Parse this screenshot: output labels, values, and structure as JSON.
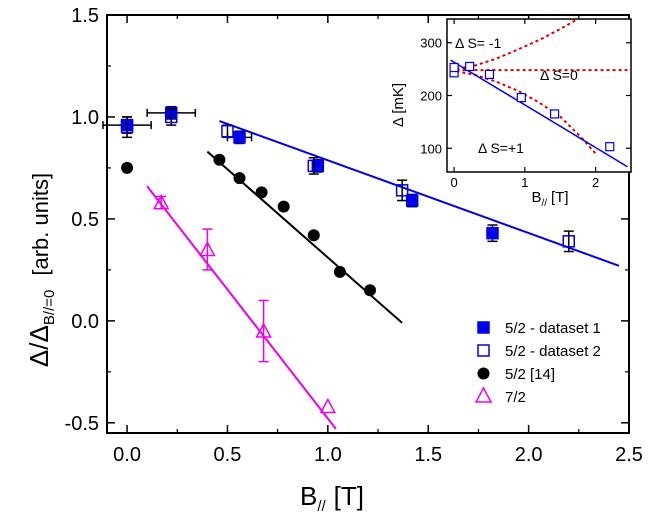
{
  "chart_data": [
    {
      "type": "scatter",
      "panel": "main",
      "xlabel": "B",
      "xlabel_sub": "//",
      "xlabel_unit": "[T]",
      "ylabel_main": "Δ/Δ",
      "ylabel_sub": "B//=0",
      "ylabel_unit": "[arb. units]",
      "xlim": [
        -0.1,
        2.5
      ],
      "ylim": [
        -0.55,
        1.5
      ],
      "xticks": [
        0.0,
        0.5,
        1.0,
        1.5,
        2.0,
        2.5
      ],
      "xtick_labels": [
        "0.0",
        "0.5",
        "1.0",
        "1.5",
        "2.0",
        "2.5"
      ],
      "yticks": [
        -0.5,
        0.0,
        0.5,
        1.0,
        1.5
      ],
      "ytick_labels": [
        "-0.5",
        "0.0",
        "0.5",
        "1.0",
        "1.5"
      ],
      "grid": false,
      "legend_position": "bottom-right",
      "series": [
        {
          "name": "5/2 - dataset 1",
          "color": "#0000ee",
          "marker": "filled-square",
          "x": [
            0.0,
            0.22,
            0.56,
            0.95,
            1.42,
            1.82
          ],
          "y": [
            0.96,
            1.02,
            0.9,
            0.76,
            0.59,
            0.43
          ],
          "yerr": [
            0.04,
            0.03,
            0.03,
            0.03,
            0.03,
            0.04
          ],
          "xerr": [
            0.12,
            0.12,
            0.06,
            0.0,
            0.0,
            0.0
          ]
        },
        {
          "name": "5/2 - dataset 2",
          "color": "#0000ee",
          "marker": "open-square",
          "x": [
            0.0,
            0.22,
            0.5,
            0.93,
            1.37,
            2.2
          ],
          "y": [
            0.95,
            1.0,
            0.93,
            0.76,
            0.64,
            0.39
          ],
          "yerr": [
            0.05,
            0.04,
            0.03,
            0.04,
            0.05,
            0.05
          ],
          "xerr": [
            0.0,
            0.0,
            0.0,
            0.0,
            0.0,
            0.0
          ]
        },
        {
          "name": "5/2 [14]",
          "color": "#000000",
          "marker": "filled-circle",
          "x": [
            0.0,
            0.46,
            0.56,
            0.67,
            0.78,
            0.93,
            1.06,
            1.21
          ],
          "y": [
            0.75,
            0.79,
            0.7,
            0.63,
            0.56,
            0.42,
            0.24,
            0.15
          ],
          "yerr": [
            0,
            0,
            0,
            0,
            0,
            0,
            0,
            0
          ],
          "xerr": [
            0,
            0,
            0,
            0,
            0,
            0,
            0,
            0
          ]
        },
        {
          "name": "7/2",
          "color": "#ee00ee",
          "marker": "open-triangle",
          "x": [
            0.17,
            0.4,
            0.68,
            1.0
          ],
          "y": [
            0.58,
            0.35,
            -0.05,
            -0.42
          ],
          "yerr": [
            0.03,
            0.1,
            0.15,
            0.0
          ],
          "xerr": [
            0,
            0,
            0,
            0
          ]
        }
      ],
      "fit_lines": [
        {
          "color": "#0000ee",
          "x": [
            0.46,
            2.45
          ],
          "y": [
            0.98,
            0.27
          ]
        },
        {
          "color": "#000000",
          "x": [
            0.4,
            1.37
          ],
          "y": [
            0.83,
            -0.01
          ]
        },
        {
          "color": "#ee00ee",
          "x": [
            0.1,
            1.04
          ],
          "y": [
            0.66,
            -0.53
          ]
        }
      ]
    },
    {
      "type": "scatter",
      "panel": "inset",
      "xlabel": "B",
      "xlabel_sub": "//",
      "xlabel_unit": "[T]",
      "ylabel": "Δ [mK]",
      "xlim": [
        -0.1,
        2.5
      ],
      "ylim": [
        55,
        345
      ],
      "xticks": [
        0,
        1,
        2
      ],
      "xtick_labels": [
        "0",
        "1",
        "2"
      ],
      "yticks": [
        100,
        200,
        300
      ],
      "ytick_labels": [
        "100",
        "200",
        "300"
      ],
      "annotations": [
        "Δ S= -1",
        "Δ S=0",
        "Δ S=+1"
      ],
      "series": [
        {
          "name": "",
          "color": "#0000ee",
          "marker": "open-square",
          "x": [
            0.0,
            0.0,
            0.22,
            0.5,
            0.95,
            1.42,
            2.2
          ],
          "y": [
            243,
            253,
            255,
            240,
            196,
            165,
            103
          ]
        }
      ],
      "fit_lines": [
        {
          "color": "#0000ee",
          "style": "solid",
          "x": [
            -0.05,
            2.45
          ],
          "y": [
            267,
            65
          ]
        }
      ],
      "dashed_curves": [
        {
          "color": "#dd0000",
          "label": "Δ S= -1",
          "x": [
            -0.05,
            0.3,
            0.6,
            0.9,
            1.2,
            1.5,
            1.75
          ],
          "y": [
            248,
            257,
            270,
            287,
            305,
            326,
            345
          ]
        },
        {
          "color": "#dd0000",
          "label": "Δ S=0",
          "x": [
            -0.05,
            2.5
          ],
          "y": [
            248,
            248
          ]
        },
        {
          "color": "#dd0000",
          "label": "Δ S=+1",
          "x": [
            -0.05,
            0.3,
            0.6,
            0.9,
            1.2,
            1.5,
            1.8,
            2.0
          ],
          "y": [
            248,
            239,
            226,
            209,
            187,
            160,
            120,
            90
          ]
        }
      ]
    }
  ]
}
